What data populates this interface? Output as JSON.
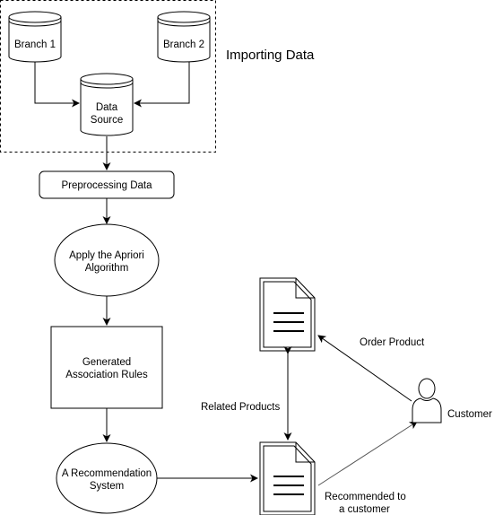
{
  "group": {
    "label": "Importing Data"
  },
  "nodes": {
    "branch1": {
      "label": "Branch 1"
    },
    "branch2": {
      "label": "Branch 2"
    },
    "data_source": {
      "lines": [
        "Data",
        "Source"
      ]
    },
    "preprocessing": {
      "label": "Preprocessing Data"
    },
    "apriori": {
      "lines": [
        "Apply the Apriori",
        "Algorithm"
      ]
    },
    "rules": {
      "lines": [
        "Generated",
        "Association Rules"
      ]
    },
    "recommendation": {
      "lines": [
        "A Recommendation",
        "System"
      ]
    },
    "customer": {
      "label": "Customer"
    }
  },
  "edge_labels": {
    "order_product": "Order Product",
    "related_products": "Related Products",
    "recommended": [
      "Recommended to",
      "a customer"
    ]
  }
}
